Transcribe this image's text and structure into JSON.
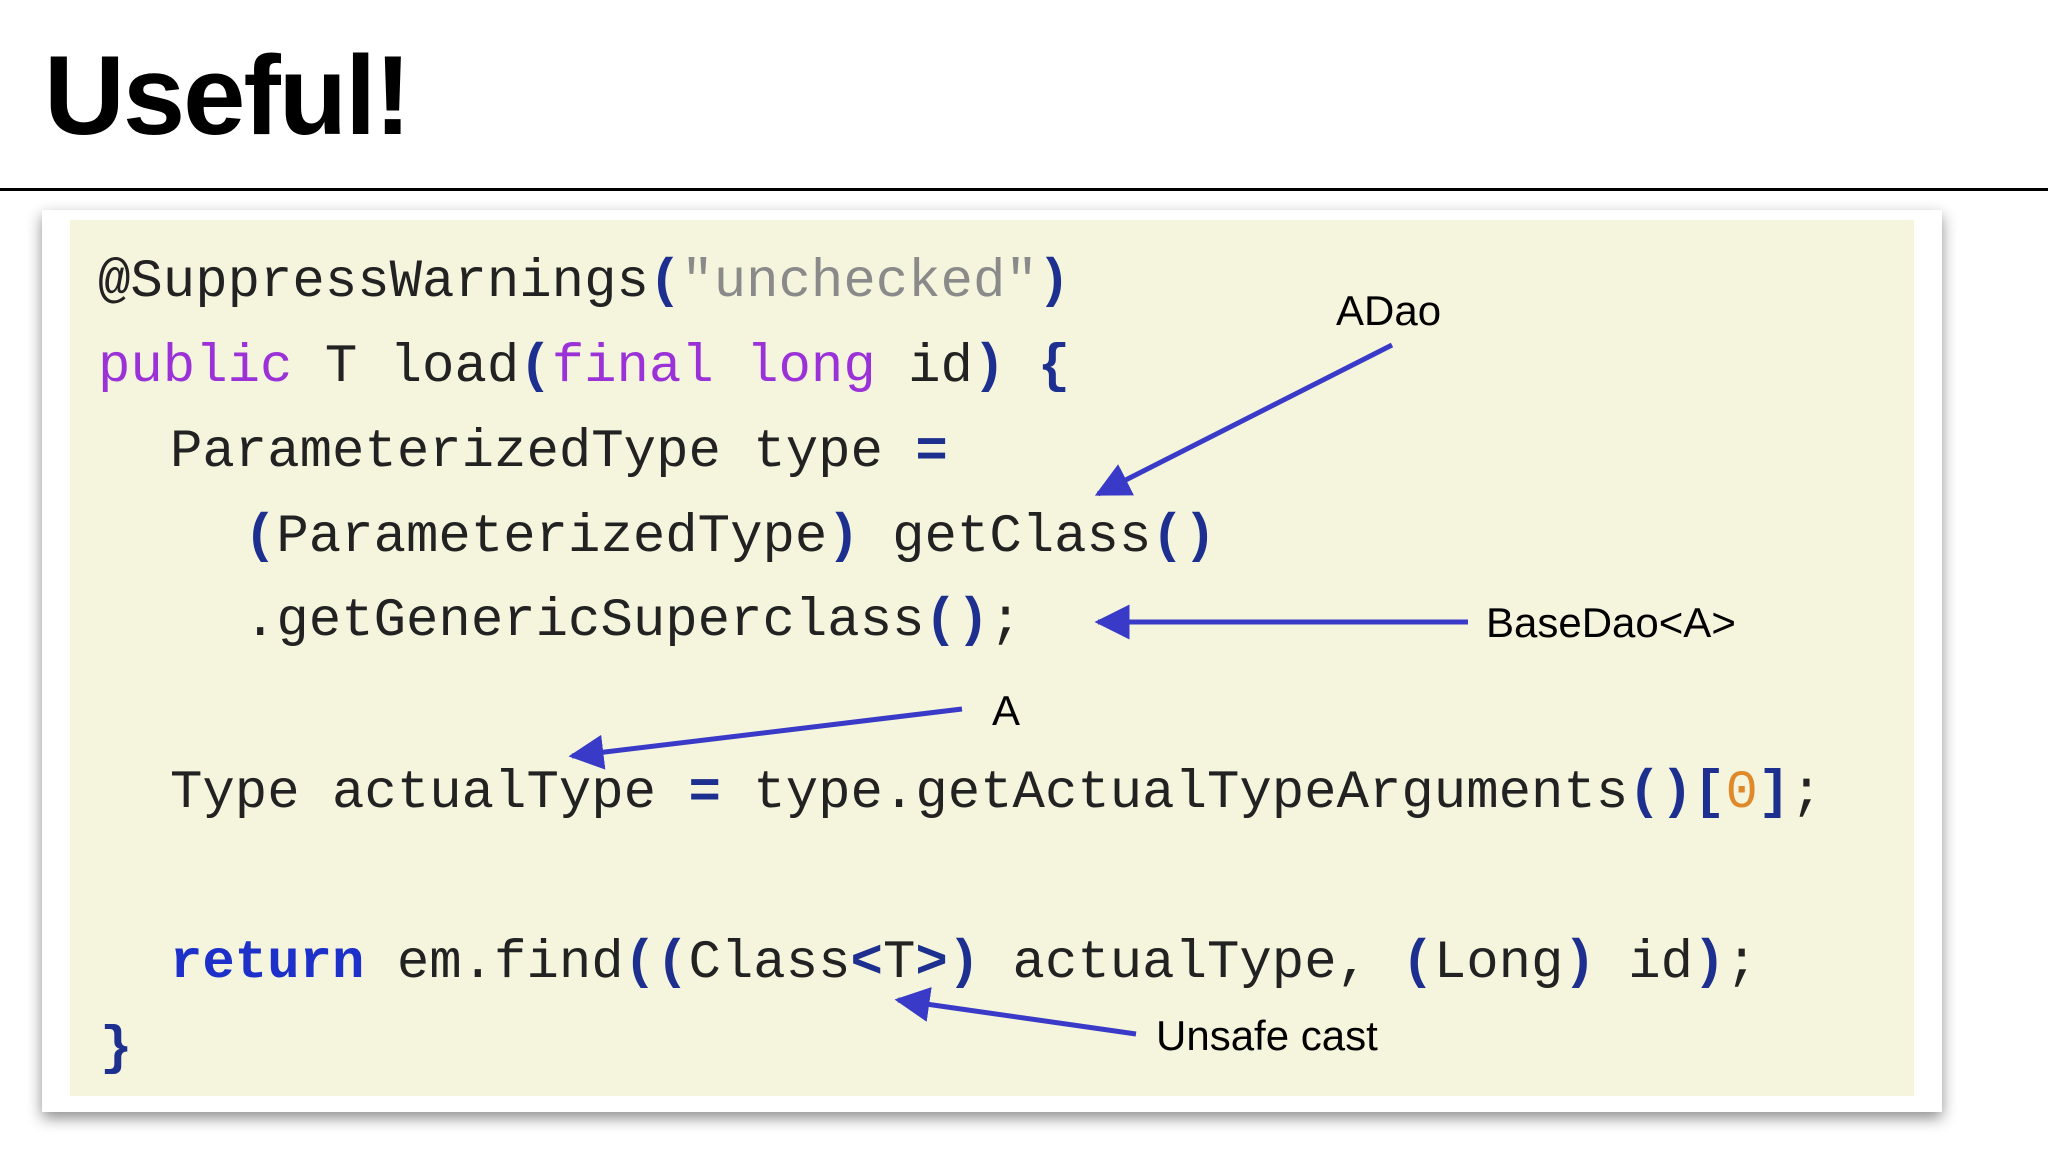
{
  "slide": {
    "title": "Useful!"
  },
  "code": {
    "l1": {
      "annotation": "@SuppressWarnings",
      "open": "(",
      "string": "\"unchecked\"",
      "close": ")"
    },
    "l2": {
      "kw_public": "public",
      "t_load": " T load",
      "open": "(",
      "kw_final": "final",
      "sp": " ",
      "kw_long": "long",
      "id": " id",
      "close": ")",
      "sp2": " ",
      "brace": "{"
    },
    "l3": {
      "text": "ParameterizedType type ",
      "eq": "="
    },
    "l4": {
      "open": "(",
      "type": "ParameterizedType",
      "close": ")",
      "get": " getClass",
      "parens": "()"
    },
    "l5": {
      "method": ".getGenericSuperclass",
      "parens": "()",
      "semi": ";"
    },
    "l6": {
      "text": "Type actualType ",
      "eq": "=",
      "call": " type.getActualTypeArguments",
      "parens": "()",
      "lb": "[",
      "zero": "0",
      "rb": "]",
      "semi": ";"
    },
    "l7": {
      "ret": "return",
      "em": " em.find",
      "open2": "((",
      "cls": "Class",
      "lt": "<",
      "t": "T",
      "gt": ">",
      "close": ")",
      "actual": " actualType, ",
      "open3": "(",
      "long": "Long",
      "close3": ")",
      "id": " id",
      "close4": ")",
      "semi": ";"
    },
    "l8": {
      "brace": "}"
    }
  },
  "annotations": {
    "adao": "ADao",
    "basedao": "BaseDao<A>",
    "a": "A",
    "unsafe": "Unsafe cast"
  },
  "colors": {
    "arrow": "#3a3ac8",
    "panel": "#f5f5dd",
    "keyword": "#9b32d8",
    "return_keyword": "#1d30c9",
    "string": "#8a8a8a",
    "number": "#e0892a"
  }
}
